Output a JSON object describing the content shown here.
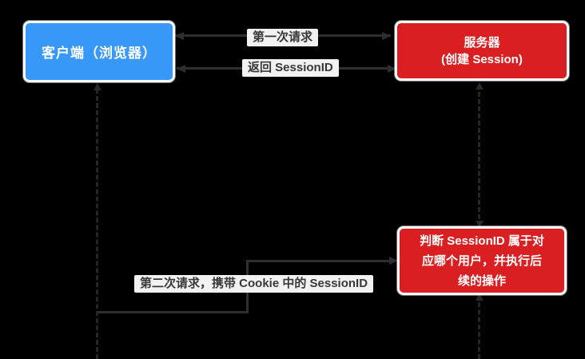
{
  "diagram": {
    "title": "Session / Cookie request flow",
    "background_color": "#000000",
    "line_color": "#2e2e2e",
    "nodes": {
      "client": {
        "label": "客户端（浏览器）",
        "fill": "#3898f8",
        "text_color": "#ffffff"
      },
      "server": {
        "label_line1": "服务器",
        "label_line2": "(创建 Session)",
        "fill": "#da1f22",
        "text_color": "#ffffff"
      },
      "judge": {
        "label_line1": "判断 SessionID 属于对",
        "label_line2": "应哪个用户，并执行后",
        "label_line3": "续的操作",
        "fill": "#da1f22",
        "text_color": "#ffffff"
      }
    },
    "edges": {
      "first_request": {
        "label": "第一次请求"
      },
      "return_session": {
        "label": "返回 SessionID"
      },
      "second_request": {
        "label": "第二次请求，携带 Cookie 中的 SessionID"
      }
    },
    "label_chip": {
      "bg": "#f2f2f2",
      "text_color": "#383838"
    }
  }
}
